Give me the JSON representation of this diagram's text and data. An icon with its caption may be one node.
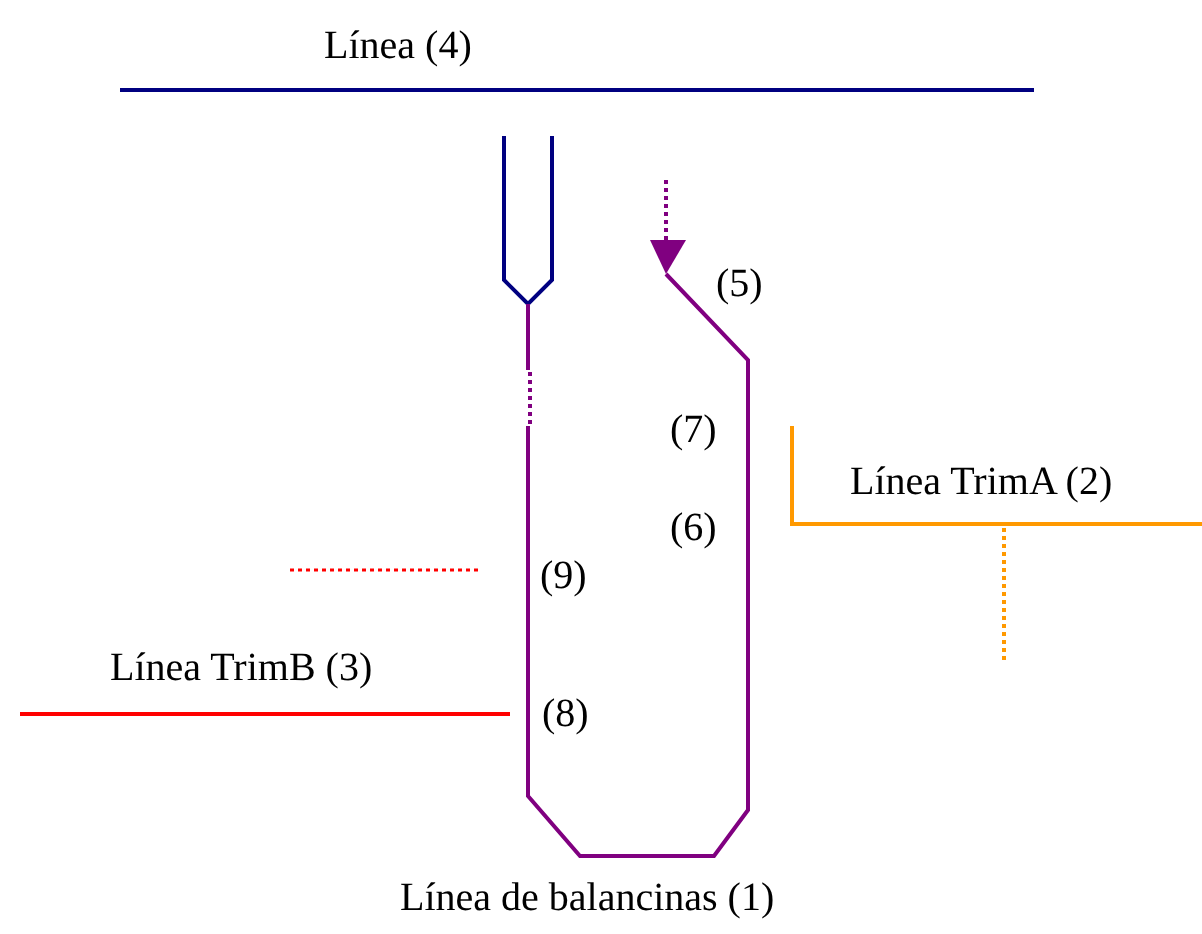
{
  "diagram": {
    "labels": [
      "Línea (4)",
      "(5)",
      "(7)",
      "Línea TrimA (2)",
      "(6)",
      "(9)",
      "Línea TrimB (3)",
      "(8)",
      "Línea de balancinas (1)"
    ]
  }
}
